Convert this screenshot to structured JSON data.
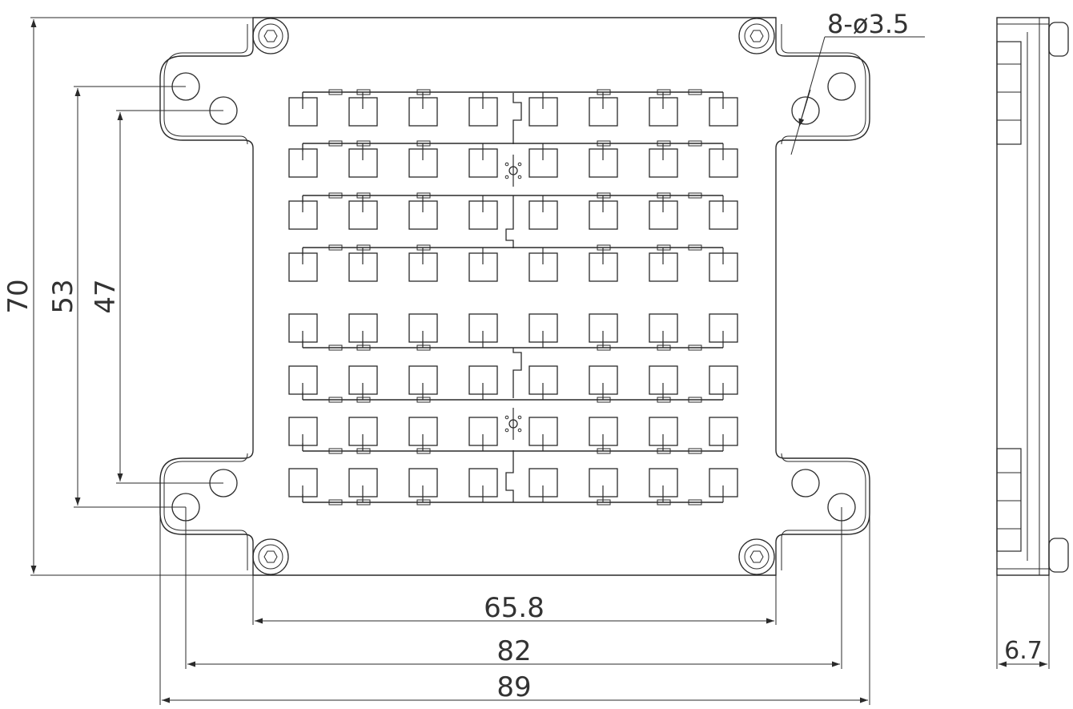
{
  "drawing": {
    "title": "",
    "line_color": "#2a2a2a",
    "background": "#ffffff",
    "dimensions": {
      "overall_height": "70",
      "outer_hole_spacing": "53",
      "inner_hole_spacing": "47",
      "board_width": "65.8",
      "hole_span": "82",
      "overall_width": "89",
      "thickness": "6.7",
      "hole_callout": "8-ø3.5"
    },
    "patch_array": {
      "rows": 8,
      "columns": 8
    }
  }
}
